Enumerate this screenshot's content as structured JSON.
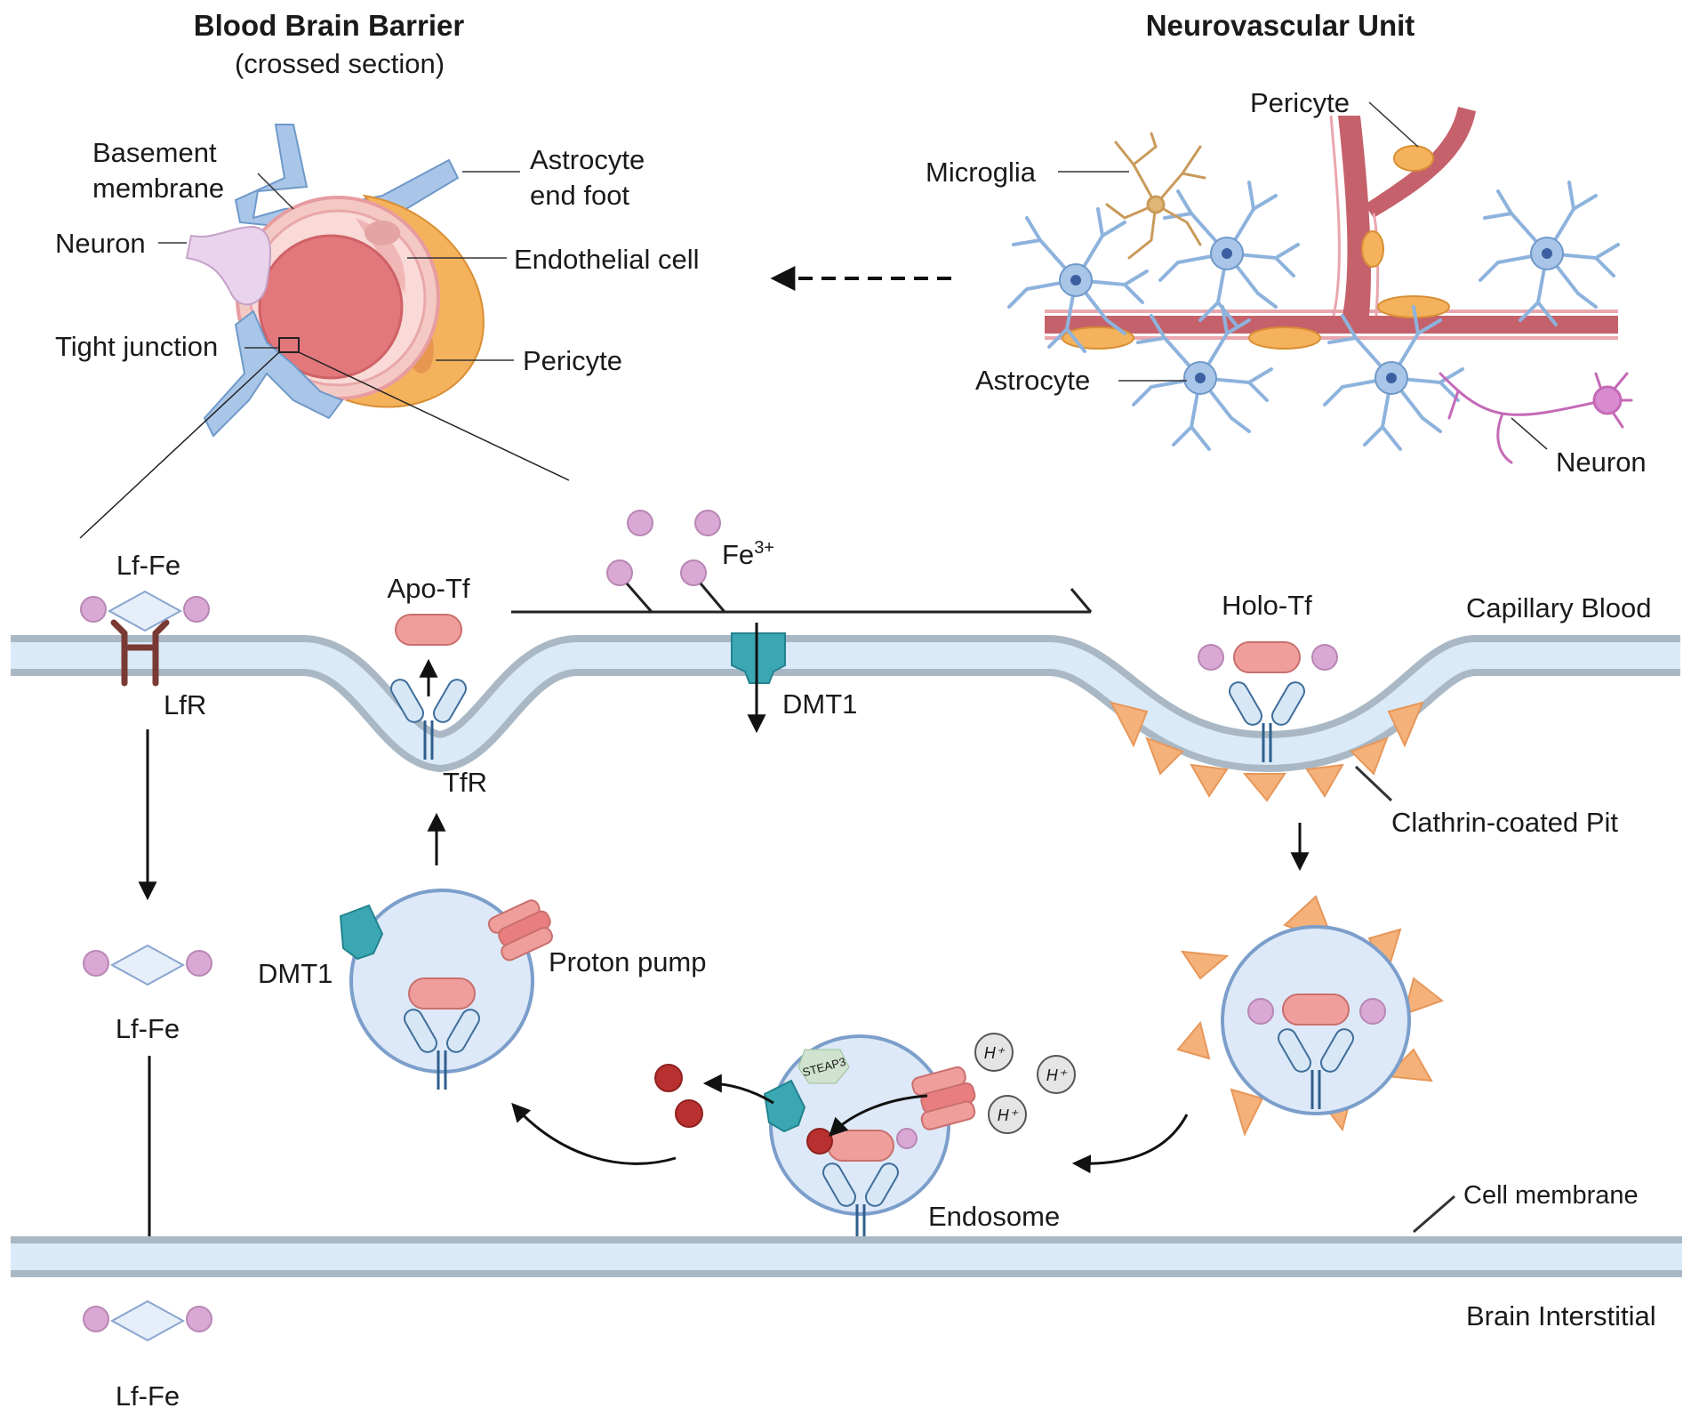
{
  "titles": {
    "bbb_title": "Blood Brain Barrier",
    "bbb_subtitle": "(crossed section)",
    "nvu_title": "Neurovascular Unit"
  },
  "bbb_labels": {
    "basement_1": "Basement",
    "basement_2": "membrane",
    "astro_1": "Astrocyte",
    "astro_2": "end foot",
    "neuron": "Neuron",
    "endothelial": "Endothelial cell",
    "tight_junction": "Tight junction",
    "pericyte": "Pericyte"
  },
  "nvu_labels": {
    "pericyte": "Pericyte",
    "microglia": "Microglia",
    "astrocyte": "Astrocyte",
    "neuron": "Neuron"
  },
  "pathway": {
    "lf_fe_top": "Lf-Fe",
    "lfr": "LfR",
    "lf_fe_mid": "Lf-Fe",
    "lf_fe_bottom": "Lf-Fe",
    "apo_tf": "Apo-Tf",
    "tfr": "TfR",
    "fe": "Fe",
    "fe_charge": "3+",
    "dmt1_top": "DMT1",
    "holo_tf": "Holo-Tf",
    "capillary_blood": "Capillary Blood",
    "clathrin": "Clathrin-coated Pit",
    "dmt1_left": "DMT1",
    "proton_pump": "Proton pump",
    "steap3": "STEAP3",
    "h_plus": "H⁺",
    "endosome": "Endosome",
    "cell_membrane": "Cell membrane",
    "brain_interstitial": "Brain Interstitial"
  },
  "colors": {
    "membrane_outer": "#a9b8c4",
    "membrane_inner": "#dbeaf8",
    "iron": "#d4a3cf",
    "lactoferrin": "#e6eefa",
    "transferrin": "#ef9e9c",
    "receptor": "#d8e7f6",
    "dmt1": "#3ba7b3",
    "clathrin": "#f4b27a",
    "endosome": "#dde9f8",
    "ferrous_iron": "#b8302f",
    "lfr": "#7a3a34",
    "vessel": "#c5616b",
    "astrocyte_cell": "#a9c6e8",
    "pericyte_cell": "#f5b25c"
  }
}
